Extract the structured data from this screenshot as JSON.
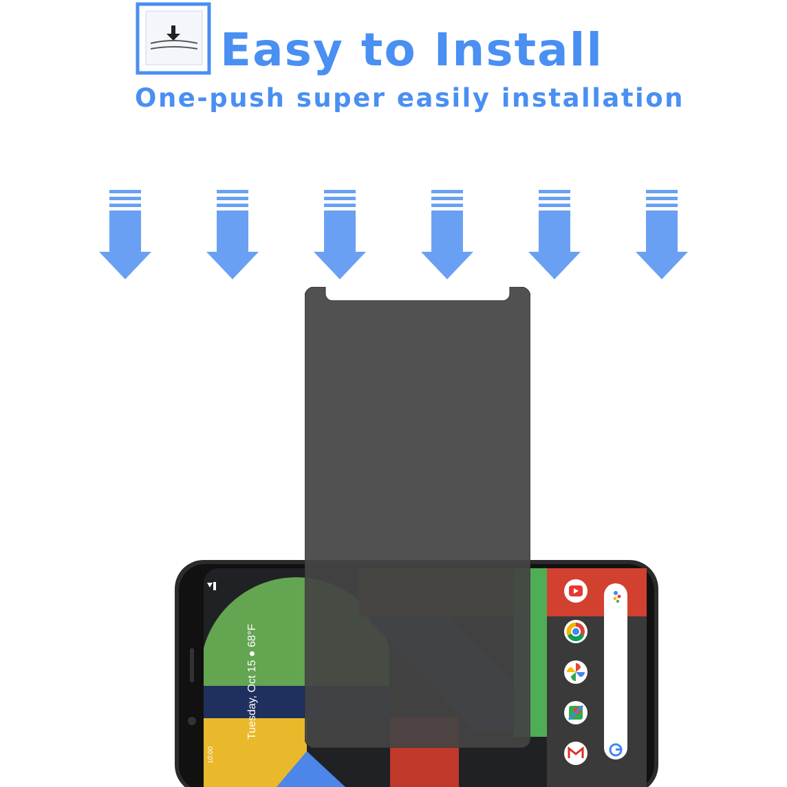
{
  "header": {
    "title": "Easy to Install",
    "subtitle": "One-push super easily installation"
  },
  "phone_screen": {
    "date_weather": "Tuesday, Oct 15 ● 68°F",
    "clock": "10:00"
  },
  "colors": {
    "accent_blue": "#4a8ff2",
    "arrow_blue": "#6aa0f4",
    "privacy_film": "#4b4b4b"
  },
  "icons": [
    "download-install-icon",
    "down-arrow-icon",
    "youtube-icon",
    "chrome-icon",
    "photos-icon",
    "maps-icon",
    "gmail-icon",
    "google-search-icon",
    "assistant-icon"
  ]
}
